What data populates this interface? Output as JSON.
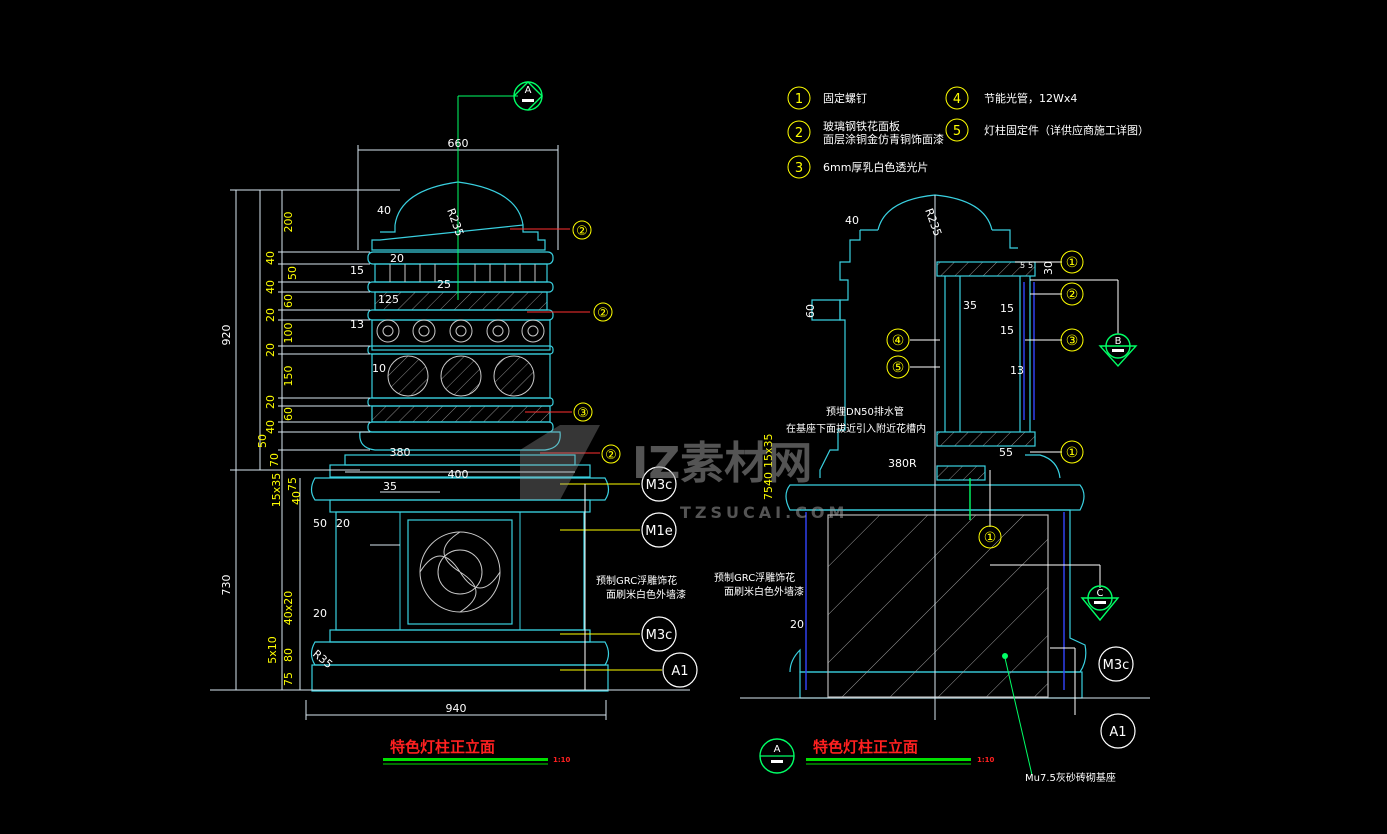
{
  "drawing": {
    "background": "#000000",
    "colors": {
      "outline": "#39d0e0",
      "dimension": "#d7e6ef",
      "section_hatch": "#b6b6b6",
      "note_text": "#ffff00",
      "leader": "#00ff66",
      "title": "#ff2020",
      "title_bar": "#00e000",
      "tag_circle": "#ffffff",
      "marker_blue": "#3344ff"
    },
    "left_view": {
      "title": "特色灯柱正立面",
      "scale": "1:10",
      "dim_top_width": "660",
      "dim_mid_width": "400",
      "dim_380": "380",
      "dim_bottom_width": "940",
      "dim_total_upper": "920",
      "dim_total_lower": "730",
      "vertical_dims": [
        "200",
        "40",
        "50",
        "40",
        "60",
        "20",
        "100",
        "20",
        "150",
        "20",
        "60",
        "40",
        "50",
        "70",
        "15x35",
        "40",
        "75"
      ],
      "vertical_dims_lower": [
        "40x20",
        "5x10",
        "80",
        "75"
      ],
      "inner_dims": [
        "40",
        "R235",
        "20",
        "15",
        "25",
        "125",
        "13",
        "10",
        "35",
        "50",
        "20",
        "20",
        "R35"
      ],
      "callouts": [
        "②",
        "②",
        "③",
        "②"
      ],
      "notes": [
        "预制GRC浮雕饰花",
        "面刷米白色外墙漆"
      ],
      "tags": [
        "M3c",
        "M1e",
        "M3c",
        "A1"
      ],
      "section_marker": "A"
    },
    "right_view": {
      "title": "特色灯柱正立面",
      "scale": "1:10",
      "inner_dims": [
        "40",
        "R235",
        "60",
        "35",
        "15",
        "15",
        "13",
        "5",
        "5",
        "30",
        "380R",
        "15x35",
        "40",
        "75",
        "20",
        "55"
      ],
      "callouts": [
        "①",
        "②",
        "③",
        "④",
        "⑤",
        "①",
        "①"
      ],
      "notes": [
        "预埋DN50排水管",
        "在基座下面拔近引入附近花槽内",
        "预制GRC浮雕饰花",
        "面刷米白色外墙漆",
        "Mu7.5灰砂砖砌基座"
      ],
      "tags": [
        "M3c",
        "A1"
      ],
      "section_markers": [
        "A",
        "B",
        "C"
      ]
    },
    "legend": [
      {
        "num": "1",
        "text": "固定螺钉"
      },
      {
        "num": "2",
        "text": "玻璃钢铁花面板",
        "text2": "面层涂铜金仿青铜饰面漆"
      },
      {
        "num": "3",
        "text": "6mm厚乳白色透光片"
      },
      {
        "num": "4",
        "text": "节能光管，12Wx4"
      },
      {
        "num": "5",
        "text": "灯柱固定件（详供应商施工详图）"
      }
    ],
    "watermark": {
      "brand": "IZ素材网",
      "url": "TZSUCAI.COM"
    }
  }
}
